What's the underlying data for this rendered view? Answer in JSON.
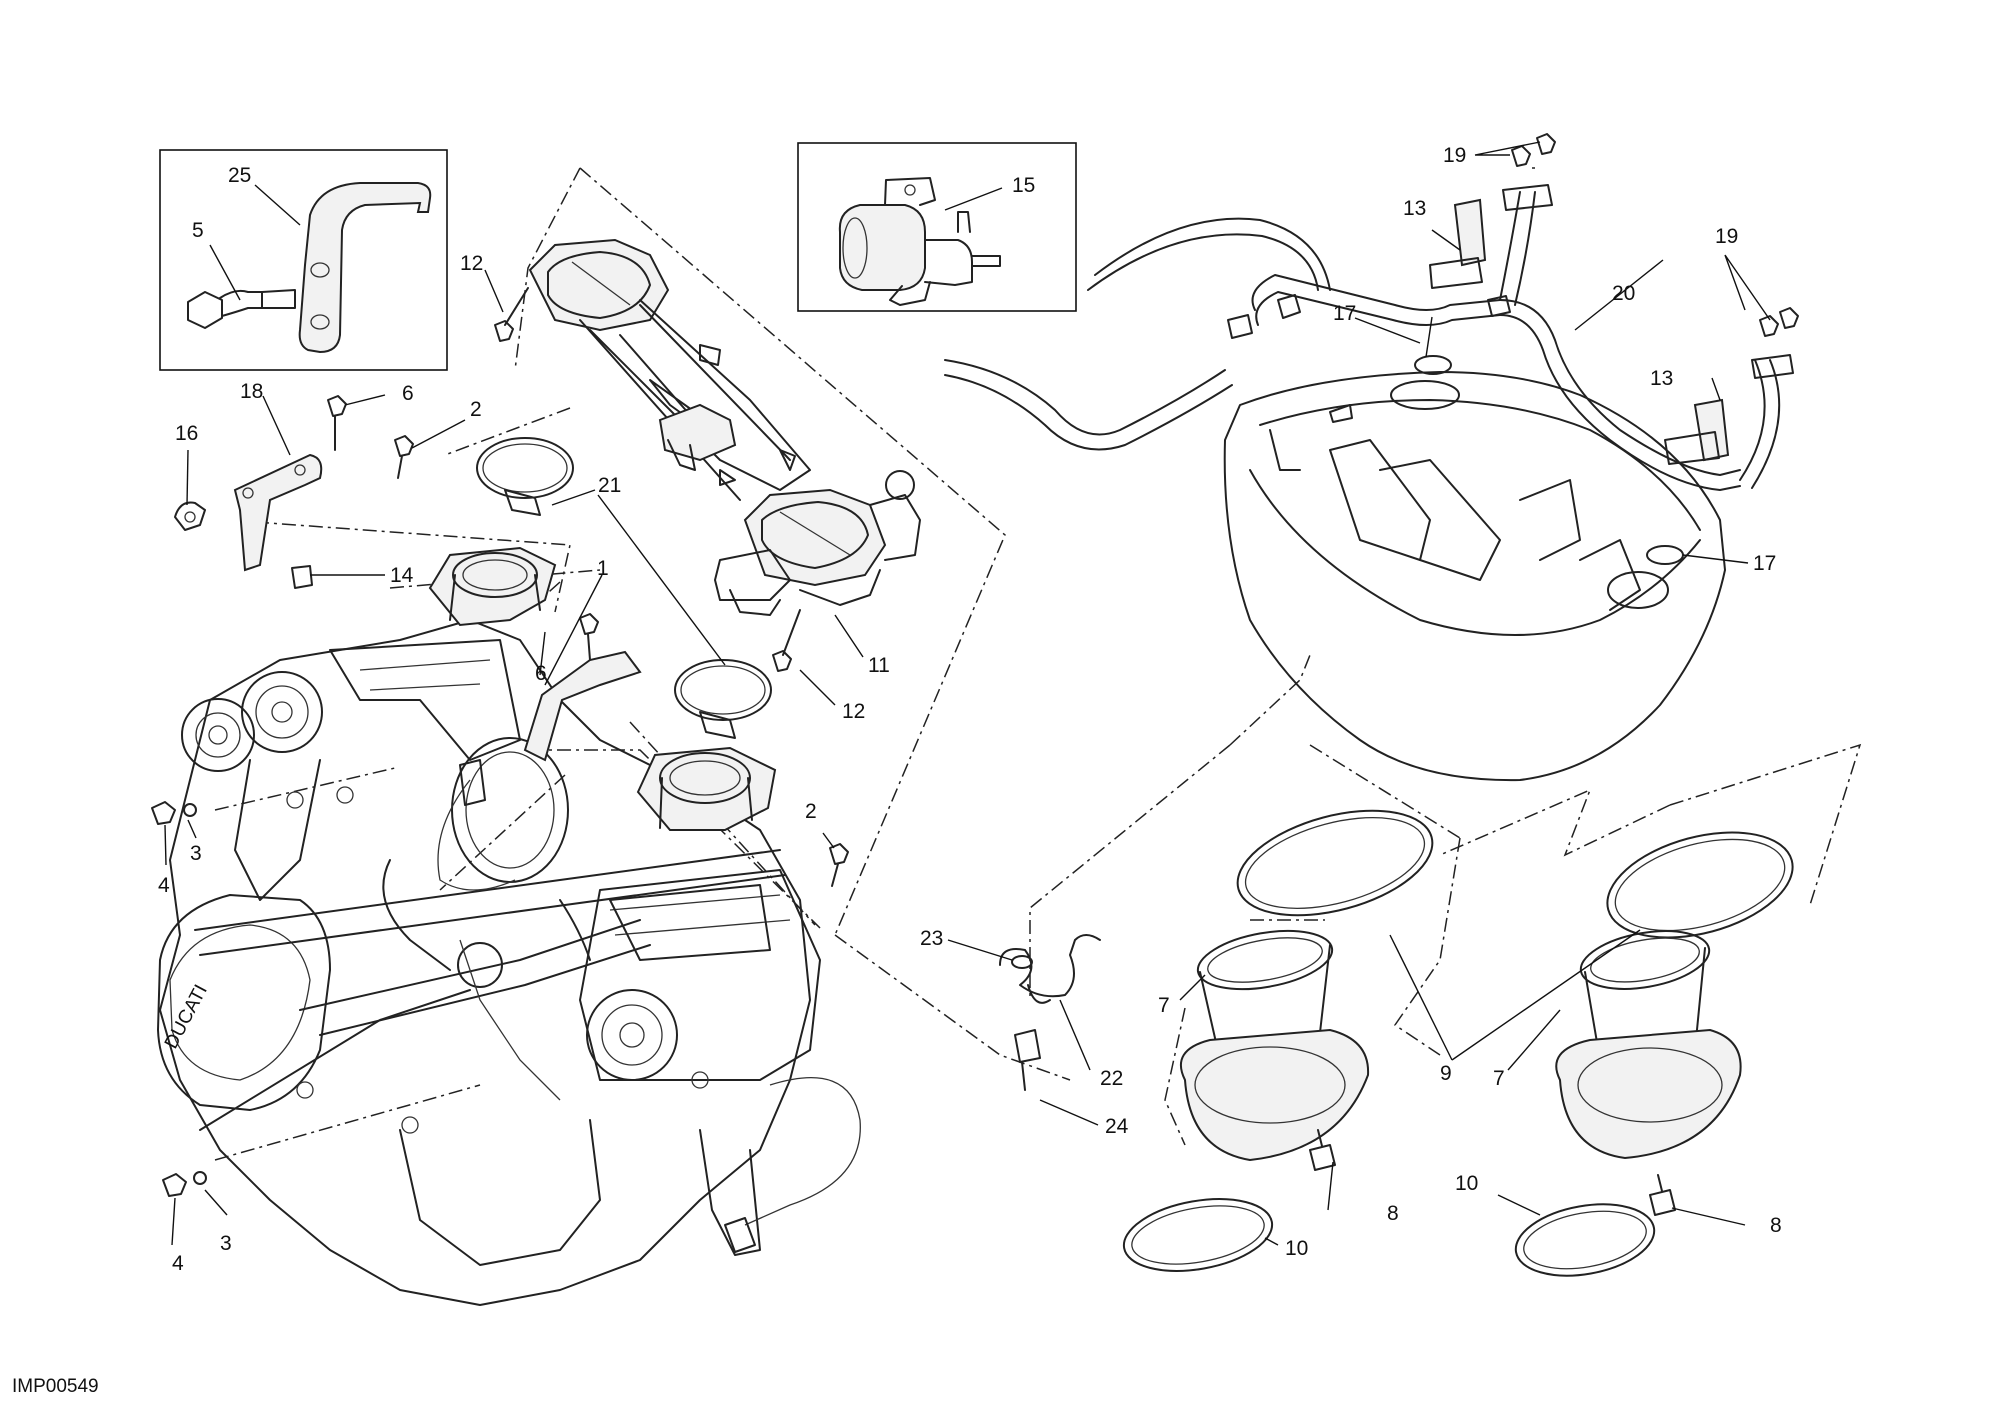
{
  "diagram": {
    "reference_code": "IMP00549",
    "callouts": [
      {
        "id": "c25",
        "label": "25"
      },
      {
        "id": "c5",
        "label": "5"
      },
      {
        "id": "c12a",
        "label": "12"
      },
      {
        "id": "c12b",
        "label": "12"
      },
      {
        "id": "c15",
        "label": "15"
      },
      {
        "id": "c18",
        "label": "18"
      },
      {
        "id": "c6a",
        "label": "6"
      },
      {
        "id": "c6b",
        "label": "6"
      },
      {
        "id": "c16",
        "label": "16"
      },
      {
        "id": "c2a",
        "label": "2"
      },
      {
        "id": "c2b",
        "label": "2"
      },
      {
        "id": "c21",
        "label": "21"
      },
      {
        "id": "c14",
        "label": "14"
      },
      {
        "id": "c1",
        "label": "1"
      },
      {
        "id": "c11",
        "label": "11"
      },
      {
        "id": "c3a",
        "label": "3"
      },
      {
        "id": "c3b",
        "label": "3"
      },
      {
        "id": "c4a",
        "label": "4"
      },
      {
        "id": "c4b",
        "label": "4"
      },
      {
        "id": "c19a",
        "label": "19"
      },
      {
        "id": "c19b",
        "label": "19"
      },
      {
        "id": "c13a",
        "label": "13"
      },
      {
        "id": "c13b",
        "label": "13"
      },
      {
        "id": "c20",
        "label": "20"
      },
      {
        "id": "c17a",
        "label": "17"
      },
      {
        "id": "c17b",
        "label": "17"
      },
      {
        "id": "c23",
        "label": "23"
      },
      {
        "id": "c22",
        "label": "22"
      },
      {
        "id": "c24",
        "label": "24"
      },
      {
        "id": "c7a",
        "label": "7"
      },
      {
        "id": "c7b",
        "label": "7"
      },
      {
        "id": "c9",
        "label": "9"
      },
      {
        "id": "c8a",
        "label": "8"
      },
      {
        "id": "c8b",
        "label": "8"
      },
      {
        "id": "c10a",
        "label": "10"
      },
      {
        "id": "c10b",
        "label": "10"
      }
    ]
  }
}
